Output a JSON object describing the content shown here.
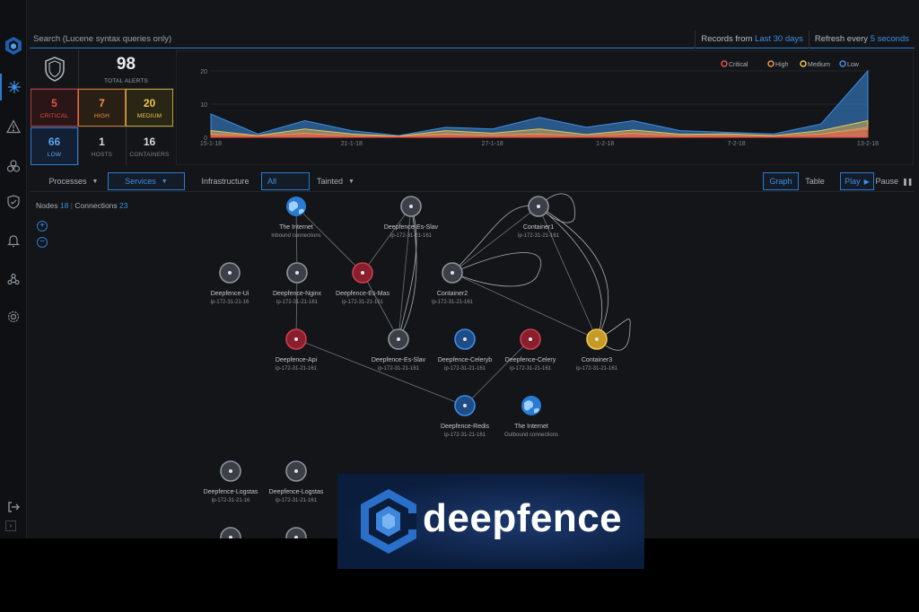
{
  "search": {
    "placeholder": "Search (Lucene syntax queries only)"
  },
  "records": {
    "prefix": "Records from",
    "range": "Last 30 days"
  },
  "refresh": {
    "prefix": "Refresh every",
    "interval": "5 seconds"
  },
  "alerts": {
    "total": {
      "value": "98",
      "label": "TOTAL ALERTS"
    },
    "critical": {
      "value": "5",
      "label": "CRITICAL"
    },
    "high": {
      "value": "7",
      "label": "HIGH"
    },
    "medium": {
      "value": "20",
      "label": "MEDIUM"
    },
    "low": {
      "value": "66",
      "label": "LOW"
    },
    "hosts": {
      "value": "1",
      "label": "HOSTS"
    },
    "containers": {
      "value": "16",
      "label": "CONTAINERS"
    }
  },
  "colors": {
    "critical": "#e5534b",
    "high": "#f0954a",
    "medium": "#f1c64e",
    "low": "#3d8ee6",
    "accent": "#2a7bd4"
  },
  "chart_data": {
    "type": "area",
    "x": [
      "15-1-18",
      "17-1-18",
      "19-1-18",
      "21-1-18",
      "23-1-18",
      "25-1-18",
      "27-1-18",
      "29-1-18",
      "31-1-18",
      "2-2-18",
      "4-2-18",
      "6-2-18",
      "8-2-18",
      "10-2-18",
      "13-2-18"
    ],
    "xticks": [
      "15-1-18",
      "21-1-18",
      "27-1-18",
      "1-2-18",
      "7-2-18",
      "13-2-18"
    ],
    "ylim": [
      0,
      20
    ],
    "yticks": [
      0,
      10,
      20
    ],
    "series": [
      {
        "name": "Critical",
        "values": [
          0.5,
          0.2,
          0.8,
          0.2,
          0.1,
          0.5,
          0.3,
          0.6,
          0.2,
          0.8,
          0.2,
          0.3,
          0.1,
          0.6,
          2
        ]
      },
      {
        "name": "High",
        "values": [
          1,
          0.3,
          1.2,
          0.4,
          0.2,
          1,
          0.6,
          1,
          0.3,
          1.2,
          0.4,
          0.5,
          0.2,
          1,
          3
        ]
      },
      {
        "name": "Medium",
        "values": [
          2,
          0.5,
          2.5,
          1,
          0.3,
          2,
          1.2,
          2.5,
          0.8,
          2.2,
          0.9,
          1,
          0.5,
          2,
          5
        ]
      },
      {
        "name": "Low",
        "values": [
          7,
          1,
          5,
          2,
          0.5,
          3,
          2.5,
          6,
          3,
          5,
          2,
          1.5,
          1,
          4,
          20
        ]
      }
    ],
    "legend": "top-right"
  },
  "toolbar": {
    "processes": "Processes",
    "services": "Services",
    "infrastructure": "Infrastructure",
    "all": "All",
    "tainted": "Tainted",
    "graph": "Graph",
    "table": "Table",
    "play": "Play",
    "pause": "Pause"
  },
  "graph_stats": {
    "nodes_label": "Nodes",
    "nodes": "18",
    "connections_label": "Connections",
    "connections": "23"
  },
  "nodes": [
    {
      "label": "The Internet",
      "sub": "Inbound connections",
      "kind": "globe"
    },
    {
      "label": "Deepfence-Es-Slav",
      "sub": "ip-172-31-21-161",
      "kind": "grey"
    },
    {
      "label": "Container1",
      "sub": "ip-172-31-21-161",
      "kind": "grey"
    },
    {
      "label": "Deepfence-Ui",
      "sub": "ip-172-31-21-16",
      "kind": "grey"
    },
    {
      "label": "Deepfence-Nginx",
      "sub": "ip-172-31-21-161",
      "kind": "grey"
    },
    {
      "label": "Deepfence-Es-Mas",
      "sub": "ip-172-31-21-161",
      "kind": "red"
    },
    {
      "label": "Container2",
      "sub": "ip-172-31-21-161",
      "kind": "grey"
    },
    {
      "label": "Deepfence-Api",
      "sub": "ip-172-31-21-161",
      "kind": "red"
    },
    {
      "label": "Deepfence-Es-Slav",
      "sub": "ip-172-31-21-161",
      "kind": "grey"
    },
    {
      "label": "Deepfence-Celeryb",
      "sub": "ip-172-31-21-161",
      "kind": "blue"
    },
    {
      "label": "Deepfence-Celery",
      "sub": "ip-172-31-21-161",
      "kind": "red"
    },
    {
      "label": "Container3",
      "sub": "ip-172-31-21-161",
      "kind": "yellow"
    },
    {
      "label": "Deepfence-Redis",
      "sub": "ip-172-31-21-161",
      "kind": "blue"
    },
    {
      "label": "The Internet",
      "sub": "Outbound connections",
      "kind": "globe"
    },
    {
      "label": "Deepfence-Logstas",
      "sub": "ip-172-31-21-16",
      "kind": "grey"
    },
    {
      "label": "Deepfence-Logstas",
      "sub": "ip-172-31-21-161",
      "kind": "grey"
    },
    {
      "label": "",
      "sub": "",
      "kind": "grey"
    },
    {
      "label": "",
      "sub": "",
      "kind": "grey"
    }
  ],
  "brand": {
    "name": "deepfence"
  }
}
